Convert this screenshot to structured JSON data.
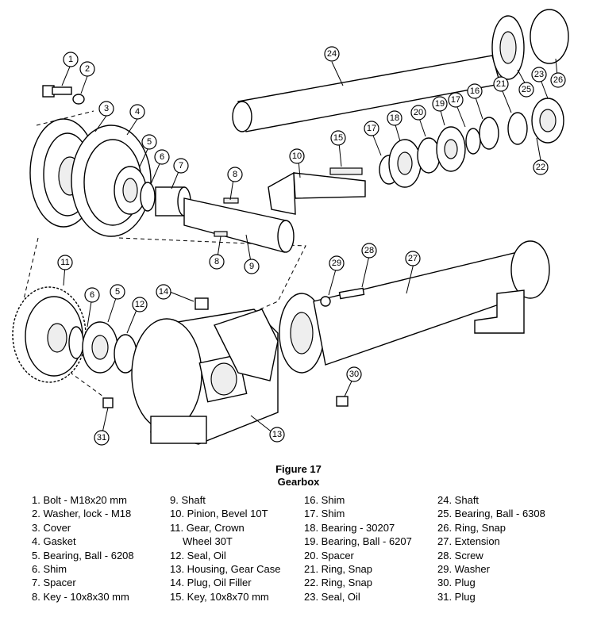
{
  "figure": {
    "title": "Figure 17",
    "subtitle": "Gearbox"
  },
  "callouts": [
    "1",
    "2",
    "3",
    "4",
    "5",
    "6",
    "7",
    "8",
    "9",
    "10",
    "11",
    "12",
    "13",
    "14",
    "15",
    "16",
    "17",
    "18",
    "19",
    "20",
    "21",
    "22",
    "23",
    "24",
    "25",
    "26",
    "27",
    "28",
    "29",
    "30",
    "31"
  ],
  "legend": {
    "col1": [
      "1. Bolt - M18x20 mm",
      "2. Washer, lock - M18",
      "3. Cover",
      "4. Gasket",
      "5. Bearing, Ball - 6208",
      "6. Shim",
      "7. Spacer",
      "8. Key - 10x8x30 mm"
    ],
    "col2": [
      "9. Shaft",
      "10. Pinion, Bevel 10T",
      "11. Gear, Crown",
      "Wheel 30T",
      "12. Seal, Oil",
      "13. Housing, Gear Case",
      "14. Plug, Oil Filler",
      "15. Key, 10x8x70 mm"
    ],
    "col3": [
      "16. Shim",
      "17. Shim",
      "18. Bearing - 30207",
      "19. Bearing, Ball - 6207",
      "20. Spacer",
      "21. Ring, Snap",
      "22. Ring, Snap",
      "23. Seal, Oil"
    ],
    "col4": [
      "24. Shaft",
      "25. Bearing, Ball - 6308",
      "26. Ring, Snap",
      "27. Extension",
      "28. Screw",
      "29. Washer",
      "30. Plug",
      "31. Plug"
    ]
  }
}
